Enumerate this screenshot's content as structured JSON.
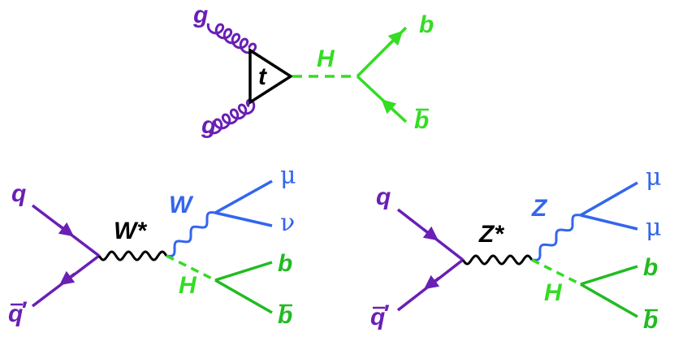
{
  "colors": {
    "gluon": "#6a1fb5",
    "quark": "#6a1fb5",
    "higgs": "#33dd22",
    "higgs_dark": "#22bb22",
    "boson": "#3366ee",
    "loop": "#000000",
    "virtual": "#000000"
  },
  "diagram_top": {
    "gluon_upper": "g",
    "gluon_lower": "g",
    "loop_label": "t",
    "higgs_label": "H",
    "b_label": "b",
    "bbar_label": "b"
  },
  "diagram_left": {
    "quark_label": "q",
    "antiquark_label": "q",
    "antiquark_prime": "′",
    "virtual_label": "W*",
    "boson_label": "W",
    "lepton1": "μ",
    "lepton2": "ν",
    "higgs_label": "H",
    "b_label": "b",
    "bbar_label": "b"
  },
  "diagram_right": {
    "quark_label": "q",
    "antiquark_label": "q",
    "antiquark_prime": "′",
    "virtual_label": "Z*",
    "boson_label": "Z",
    "lepton1": "μ",
    "lepton2": "μ",
    "higgs_label": "H",
    "b_label": "b",
    "bbar_label": "b"
  }
}
